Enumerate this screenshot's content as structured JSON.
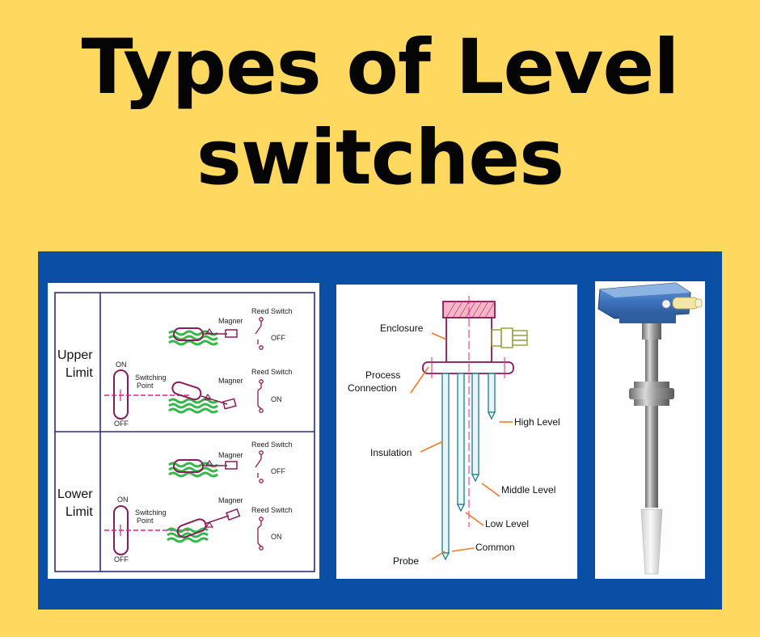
{
  "title": {
    "line1": "Types of Level",
    "line2": "switches"
  },
  "colors": {
    "background": "#FFD85F",
    "panel": "#0A4EA6",
    "float": "#8B1A5A",
    "liquid": "#35B84A",
    "switching_line": "#E0208A",
    "leader": "#F07A2A"
  },
  "float_diagram": {
    "upper": {
      "label_line1": "Upper",
      "label_line2": "Limit",
      "magnet_top": "Magner",
      "reed_top": "Reed Switch",
      "state_top": "OFF",
      "magnet_bottom": "Magner",
      "reed_bottom": "Reed Switch",
      "state_bottom": "ON",
      "indicator_on": "ON",
      "indicator_off": "OFF",
      "switching_line1": "Switching",
      "switching_line2": "Point"
    },
    "lower": {
      "label_line1": "Lower",
      "label_line2": "Limit",
      "magnet_top": "Magner",
      "reed_top": "Reed Switch",
      "state_top": "OFF",
      "magnet_bottom": "Magner",
      "reed_bottom": "Reed Switch",
      "state_bottom": "ON",
      "indicator_on": "ON",
      "indicator_off": "OFF",
      "switching_line1": "Switching",
      "switching_line2": "Point"
    }
  },
  "probe_diagram": {
    "enclosure": "Enclosure",
    "process_line1": "Process",
    "process_line2": "Connection",
    "insulation": "Insulation",
    "high_level": "High Level",
    "middle_level": "Middle Level",
    "low_level": "Low Level",
    "common": "Common",
    "probe": "Probe"
  }
}
